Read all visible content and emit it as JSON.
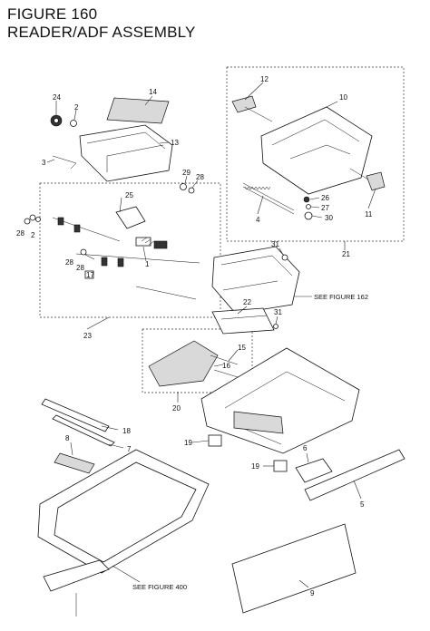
{
  "header": {
    "title": "FIGURE 160",
    "subtitle": "READER/ADF ASSEMBLY"
  },
  "callouts": {
    "c1": "1",
    "c2a": "2",
    "c2b": "2",
    "c3": "3",
    "c4": "4",
    "c5": "5",
    "c6": "6",
    "c7": "7",
    "c8": "8",
    "c9": "9",
    "c10": "10",
    "c11": "11",
    "c12": "12",
    "c13": "13",
    "c14": "14",
    "c15": "15",
    "c16": "16",
    "c17": "17",
    "c18": "18",
    "c19a": "19",
    "c19b": "19",
    "c20": "20",
    "c21": "21",
    "c22": "22",
    "c23": "23",
    "c24": "24",
    "c25": "25",
    "c26": "26",
    "c27": "27",
    "c28a": "28",
    "c28b": "28",
    "c28c": "28",
    "c28d": "28",
    "c29": "29",
    "c30": "30",
    "c31a": "31",
    "c31b": "31"
  },
  "notes": {
    "see162": "SEE FIGURE 162",
    "see400": "SEE FIGURE 400"
  }
}
